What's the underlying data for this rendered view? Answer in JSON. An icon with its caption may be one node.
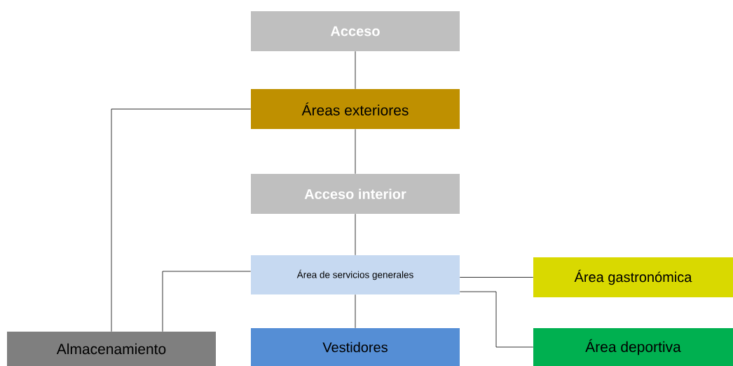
{
  "diagram": {
    "nodes": [
      {
        "text": [
          "Acceso"
        ]
      },
      {
        "text": [
          "Áreas exteriores"
        ]
      },
      {
        "text": [
          "Acceso interior"
        ]
      },
      {
        "text": [
          "Área de servicios generales"
        ]
      },
      {
        "text": [
          "Área gastronómica"
        ]
      },
      {
        "text": [
          "Almacenamiento"
        ]
      },
      {
        "text": [
          "Vestidores"
        ]
      },
      {
        "text": [
          "Área deportiva"
        ]
      }
    ],
    "edges": [
      {
        "from": 0,
        "to": 1,
        "arrow": "none"
      },
      {
        "from": 1,
        "to": 2,
        "arrow": "none"
      },
      {
        "from": 2,
        "to": 3,
        "arrow": "none"
      },
      {
        "from": 1,
        "to": 5,
        "arrow": "none"
      },
      {
        "from": 3,
        "to": 5,
        "arrow": "none"
      },
      {
        "from": 3,
        "to": 4,
        "arrow": "none"
      },
      {
        "from": 3,
        "to": 6,
        "arrow": "none"
      },
      {
        "from": 3,
        "to": 7,
        "arrow": "none"
      }
    ]
  }
}
